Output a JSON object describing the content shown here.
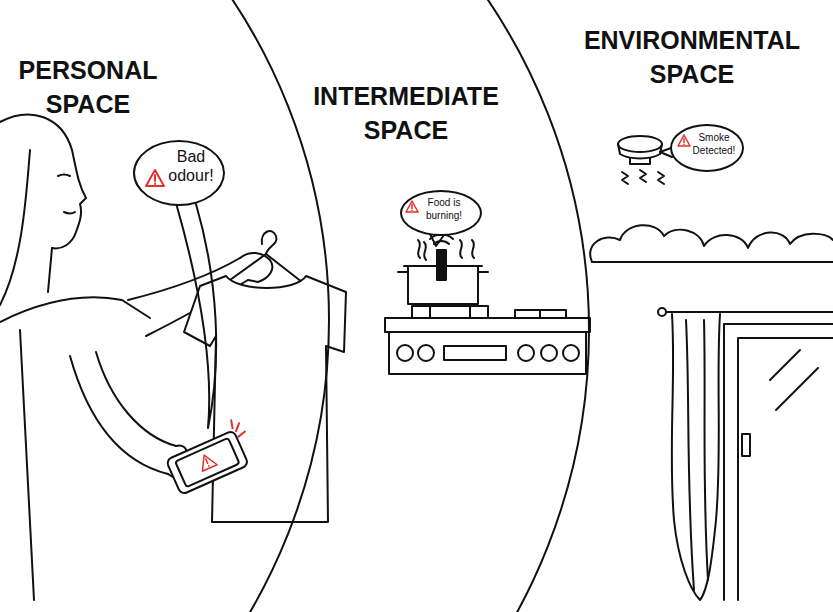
{
  "diagram": {
    "nodes": [
      {
        "text": [
          "PERSONAL SPACE"
        ]
      },
      {
        "text": [
          "Bad odour!"
        ],
        "in": 0
      },
      {
        "text": [
          "INTERMEDIATE SPACE"
        ]
      },
      {
        "text": [
          "Food is burning!"
        ],
        "in": 2
      },
      {
        "text": [
          "ENVIRONMENTAL SPACE"
        ]
      },
      {
        "text": [
          "Smoke Detected!"
        ],
        "in": 4
      }
    ]
  }
}
